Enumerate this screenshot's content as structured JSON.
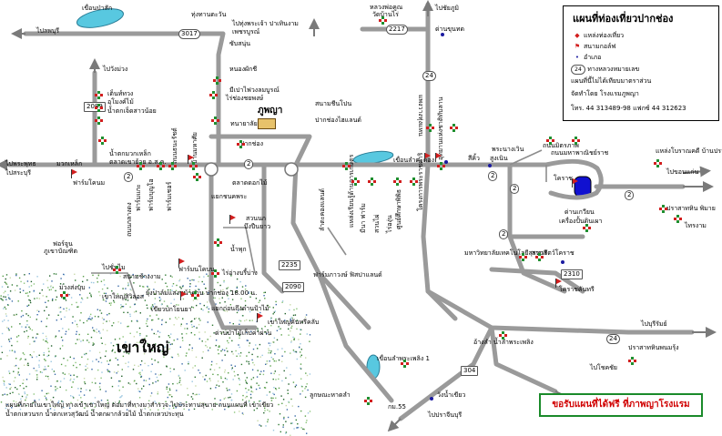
{
  "legend": {
    "title": "แผนที่ท่องเที่ยวปากช่อง",
    "items": [
      {
        "symbol": "◆",
        "label": "แหล่งท่องเที่ยว"
      },
      {
        "symbol": "⚑",
        "label": "สนามกอล์ฟ"
      },
      {
        "symbol": "•",
        "label": "อำเภอ"
      },
      {
        "symbol": "24",
        "label": "ทางหลวงหมายเลข"
      }
    ],
    "note": "แผนที่นี้ไม่ได้เทียบมาตราส่วน",
    "maker": "จัดทำโดย โรงแรมภูพญา",
    "phone": "โทร. 44 313489-98  แฟกซ์  44 312623"
  },
  "banner": "ขอรับแผนที่ได้ฟรี  ที่ภาพญาโรงแรม",
  "park": {
    "label": "เขาใหญ่"
  },
  "note": "แผนที่ภายในเขาใหญ่ ทางเข้าเขาใหญ่ ต่อมาที่ทางมาสำรวจ ไปประทานสุนาย ถนนแผนที่ เขาเขียว น้ำตกเหวนรก น้ำตกเหวสุวัฒน์ น้ำตกผากล้วยไม้ น้ำตกเหวประทุน",
  "hotel": {
    "label": "ภูพญา"
  },
  "places": [
    {
      "label": "เขื่อนป่าสัก"
    },
    {
      "label": "ไปลพบุรี"
    },
    {
      "label": "ทุ่งทานตะวัน"
    },
    {
      "label": "ไปทุ่งพระเจ้า ปาเทินงาม"
    },
    {
      "label": "เพชรบูรณ์"
    },
    {
      "label": "ซับสนุ่น"
    },
    {
      "label": "หนองผักชี"
    },
    {
      "label": "หลวงพ่อคูณ"
    },
    {
      "label": "วัดบ้านไร่"
    },
    {
      "label": "ไปชัยภูมิ"
    },
    {
      "label": "ด่านขุนทด"
    },
    {
      "label": "ไปวังม่วง"
    },
    {
      "label": "เต็นท์ทวง"
    },
    {
      "label": "อุโมงค์ไม้"
    },
    {
      "label": "น้ำตกเจ็ดสาวน้อย"
    },
    {
      "label": "ไร่ช่องชยพงษ์"
    },
    {
      "label": "มีเปาไฟวงลมบูรณ์"
    },
    {
      "label": "สนามชีนโปน"
    },
    {
      "label": "ปากช่องไฮแลนด์"
    },
    {
      "label": "ทนายาลัย"
    },
    {
      "label": "ปากช่อง"
    },
    {
      "label": "น้ำตกมวกเหล็ก"
    },
    {
      "label": "ตลาดเขาย้าย อ.ส.ค."
    },
    {
      "label": "ไปพระพุทธ"
    },
    {
      "label": "มวกเหล็ก"
    },
    {
      "label": "ฟาร์มโคนม"
    },
    {
      "label": "ไปสระบุรี"
    },
    {
      "label": "ฟาร์มแกะ"
    },
    {
      "label": "ฟาร์มบุญโอ"
    },
    {
      "label": "ฟาร์มเชอร์"
    },
    {
      "label": "ตลาดดอกไม้"
    },
    {
      "label": "แยกชนคพระ"
    },
    {
      "label": "สวนนก"
    },
    {
      "label": "บึงปืนยาว"
    },
    {
      "label": "น้ำพุก"
    },
    {
      "label": "ไร่อ่างบรี้บ่าง"
    },
    {
      "label": "ฟาร์มภาวงษ์ ฟิสปาแลนด์"
    },
    {
      "label": "เขื่อนลำตะคอง"
    },
    {
      "label": "ถนนมิตรภาพ"
    },
    {
      "label": "ถนนมหาพาณิชย์ราช"
    },
    {
      "label": "พระนางเวิน"
    },
    {
      "label": "สีคิ้ว"
    },
    {
      "label": "สูงเนิน"
    },
    {
      "label": "แหล่งโบราณคดี บ้านปราสาท"
    },
    {
      "label": "ไปขอนแก่น"
    },
    {
      "label": "โคราช"
    },
    {
      "label": "ปราสาทหิน พิมาย"
    },
    {
      "label": "ไทรงาม"
    },
    {
      "label": "ด่านเกวียน"
    },
    {
      "label": "เครื่องปั้นดินเผา"
    },
    {
      "label": "มหาวิทยาลัยเทคโนโลยีสุรนารี"
    },
    {
      "label": "สวนสัตว์โคราช"
    },
    {
      "label": "โคราชคันทรี"
    },
    {
      "label": "ไปบุรีรัมย์"
    },
    {
      "label": "ปราสาทหินพนมรุ้ง"
    },
    {
      "label": "ไปโชคชัย"
    },
    {
      "label": "วังน้ำเขียว"
    },
    {
      "label": "ไปปราจีนบุรี"
    },
    {
      "label": "อ้างลำ น้ำลำพระเพลิง"
    },
    {
      "label": "เขื่อนลำพระเพลิง 1"
    },
    {
      "label": "ลูกษณะหาดลำ"
    },
    {
      "label": "ฟอร์จูน"
    },
    {
      "label": "ภูเขาบัณฑิต"
    },
    {
      "label": "ไปชั่นไม"
    },
    {
      "label": "สนามช้างงาม"
    },
    {
      "label": "ม่วงส่งบุบ"
    },
    {
      "label": "เขาใหญ่สิวิลอส"
    },
    {
      "label": "ฟาร์มนโคบบ"
    },
    {
      "label": "ยุ้งปาล์มแสงหน้าด่าน ปากช่อง 18.00 น."
    },
    {
      "label": "เขียวปกโยนยา"
    },
    {
      "label": "แยกก่อนถึงด่านป้าไม้"
    },
    {
      "label": "เขาใหญ่คันทรีคลับ"
    },
    {
      "label": "ด่านป่าไม้เก็บค่าผ่าน"
    },
    {
      "label": "กม.55"
    },
    {
      "label": "บ้านมหาศัย"
    },
    {
      "label": "ถนนกลางดง"
    },
    {
      "label": "ถนนธนะรัชต์"
    },
    {
      "label": "แพงวางทุ่งแหน"
    },
    {
      "label": "อุทยานแห่งชาติทับลาน"
    },
    {
      "label": "โครงการพระราชดำริ"
    },
    {
      "label": "ศูนย์ศึกษาพิพิธ"
    },
    {
      "label": "ลำตะคองแลนด์"
    },
    {
      "label": "แหล่งเรียนรู้ด้านการเกษตร"
    },
    {
      "label": "มีนา ฟาร์ม"
    },
    {
      "label": "สวนไผ่"
    },
    {
      "label": "ไร่องุ่น"
    }
  ],
  "routes": [
    {
      "num": "3017"
    },
    {
      "num": "2217"
    },
    {
      "num": "24"
    },
    {
      "num": "2089"
    },
    {
      "num": "2"
    },
    {
      "num": "2"
    },
    {
      "num": "2"
    },
    {
      "num": "2"
    },
    {
      "num": "2"
    },
    {
      "num": "2090"
    },
    {
      "num": "2235"
    },
    {
      "num": "2310"
    },
    {
      "num": "24"
    },
    {
      "num": "304"
    },
    {
      "num": "2"
    }
  ],
  "colors": {
    "road": "#9a9a9a",
    "attraction_red": "#d21e1e",
    "attraction_green": "#1f8f2f",
    "water": "#58c8e0",
    "district_dot": "#1a1aa0",
    "banner_text": "#d00000",
    "banner_border": "#1a8a2a",
    "forest": "#3f8a3a"
  }
}
